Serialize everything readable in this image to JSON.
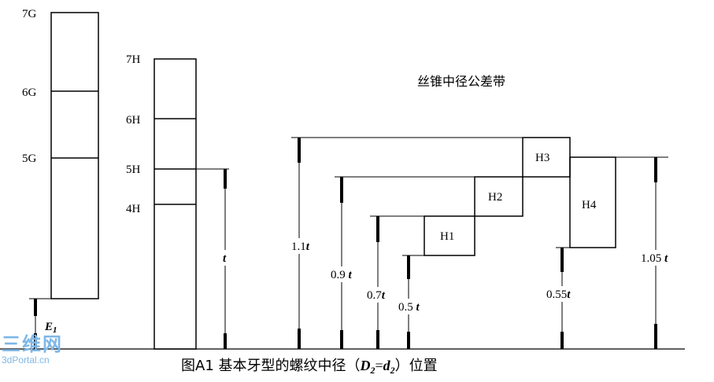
{
  "diagram": {
    "left_column_labels": [
      "7G",
      "6G",
      "5G"
    ],
    "mid_column_labels": [
      "7H",
      "6H",
      "5H",
      "4H"
    ],
    "title": "丝锥中径公差带",
    "zones": [
      "H1",
      "H2",
      "H3",
      "H4"
    ],
    "dims": {
      "E1": "E",
      "E1_sub": "1",
      "t": "t",
      "d11": "1.1",
      "d09": "0.9 ",
      "d07": "0.7",
      "d05": "0.5 ",
      "d055": "0.55",
      "d105": "1.05 "
    },
    "caption": {
      "prefix": "图A1  基本牙型的螺纹中径（",
      "D": "D",
      "D_sub": "2",
      "eq": "=",
      "d": "d",
      "d_sub": "2",
      "suffix": "）位置"
    }
  },
  "watermark": {
    "logo_text": "三维网",
    "site": "3dPortal.cn"
  },
  "colors": {
    "line": "#000000",
    "watermark": "#7fb7e6"
  }
}
